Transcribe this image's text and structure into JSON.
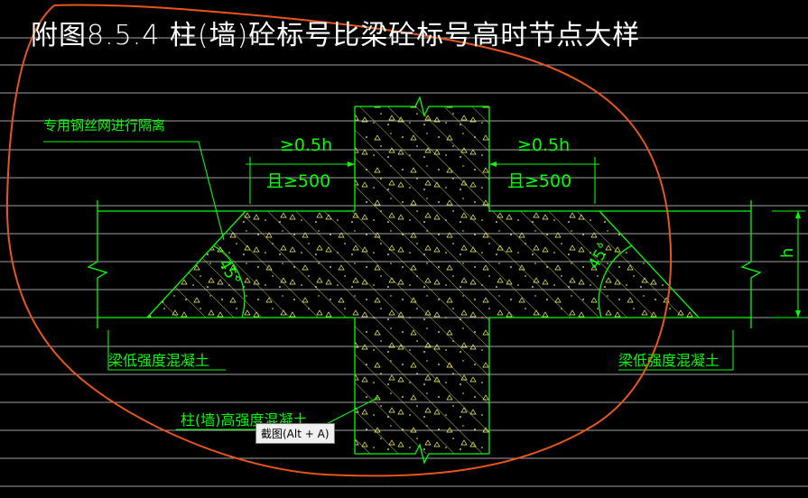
{
  "title": "附图8.5.4  柱(墙)砼标号比梁砼标号高时节点大样",
  "labels": {
    "mesh": "专用钢丝网进行隔离",
    "dim_left_1": "≥0.5h",
    "dim_left_2": "且≥500",
    "dim_right_1": "≥0.5h",
    "dim_right_2": "且≥500",
    "beam_left": "梁低强度混凝土",
    "beam_right": "梁低强度混凝土",
    "column": "柱(墙)高强度混凝土",
    "angle_left": "45°",
    "angle_right": "45°",
    "height": "h"
  },
  "tooltip": "截图(Alt + A)",
  "colors": {
    "background": "#000000",
    "line": "#00ff00",
    "grid": "#ffffff",
    "hatch": "#ffff66",
    "annotation": "#e8561d"
  }
}
